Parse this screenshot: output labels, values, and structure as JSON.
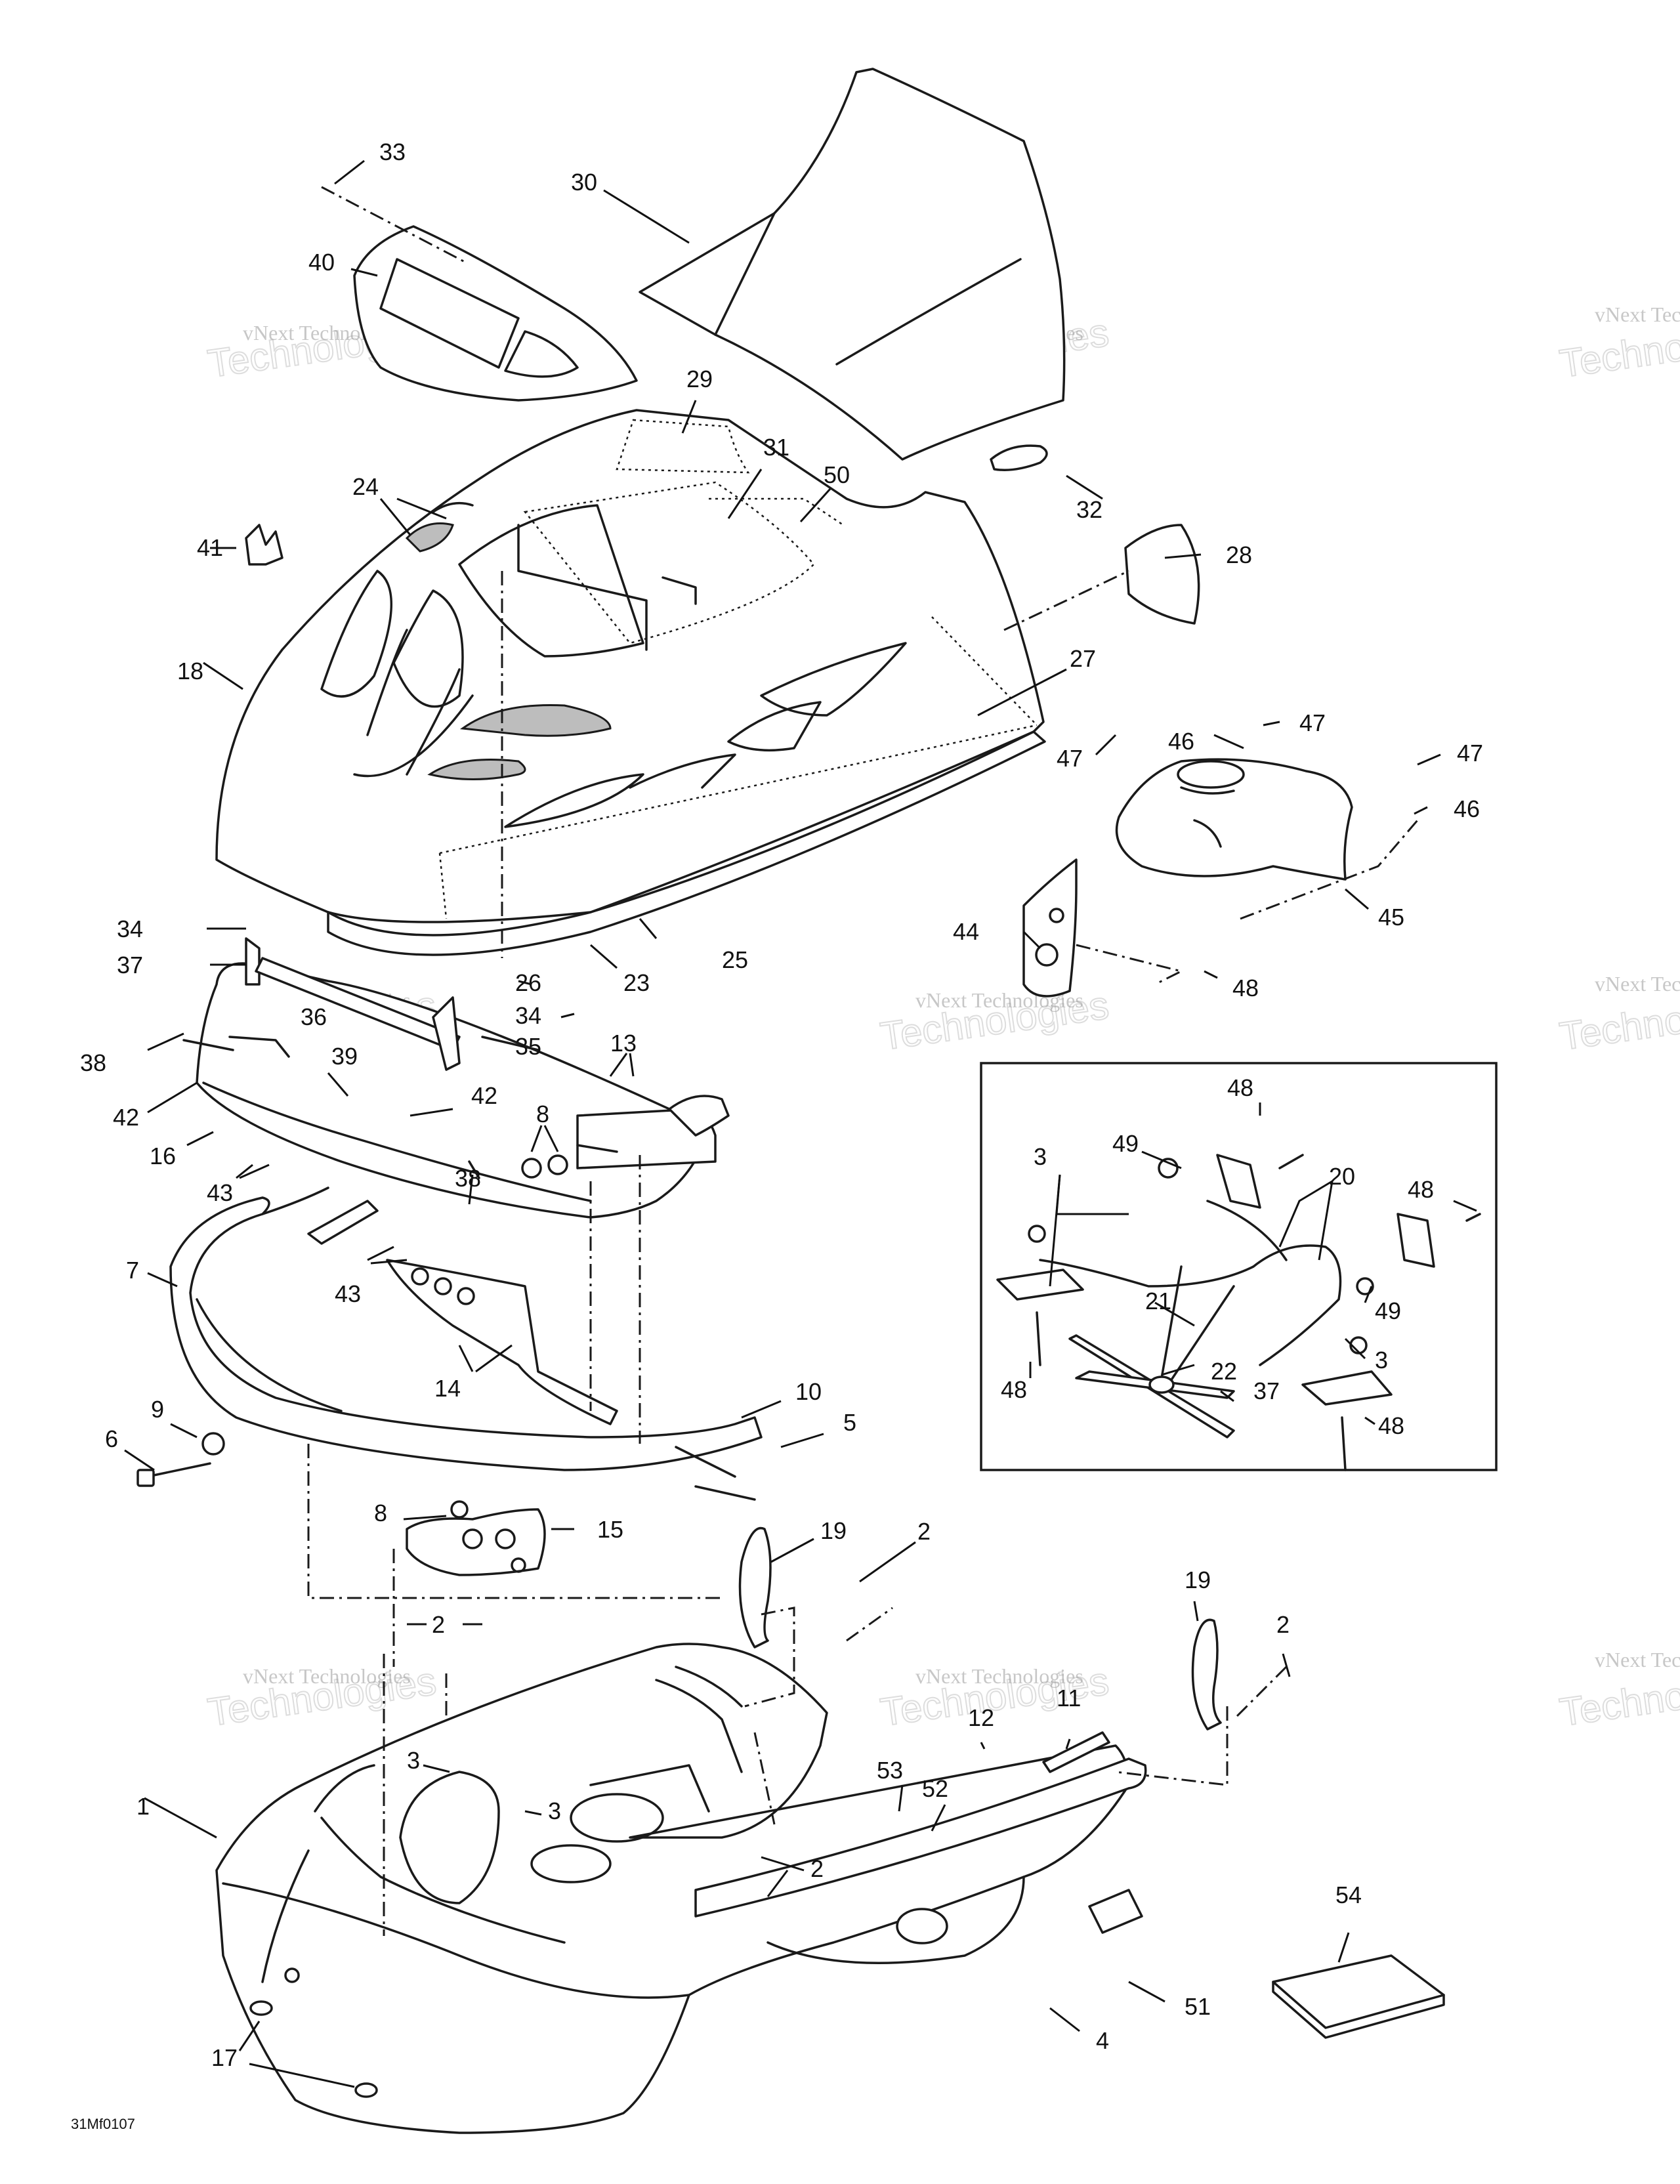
{
  "diagram_code": "31Mf0107",
  "watermark": {
    "line1": "vNext Technologies",
    "line2": "Technologies",
    "brand": "vNext"
  },
  "colors": {
    "line": "#1a1a1a",
    "background": "#ffffff",
    "shading": "#bdbdbd"
  },
  "callouts": [
    {
      "id": "c33",
      "text": "33"
    },
    {
      "id": "c30",
      "text": "30"
    },
    {
      "id": "c40",
      "text": "40"
    },
    {
      "id": "c29",
      "text": "29"
    },
    {
      "id": "c31",
      "text": "31"
    },
    {
      "id": "c50",
      "text": "50"
    },
    {
      "id": "c24",
      "text": "24"
    },
    {
      "id": "c32",
      "text": "32"
    },
    {
      "id": "c41",
      "text": "41"
    },
    {
      "id": "c28",
      "text": "28"
    },
    {
      "id": "c18",
      "text": "18"
    },
    {
      "id": "c27",
      "text": "27"
    },
    {
      "id": "c47a",
      "text": "47"
    },
    {
      "id": "c46a",
      "text": "46"
    },
    {
      "id": "c47b",
      "text": "47"
    },
    {
      "id": "c47c",
      "text": "47"
    },
    {
      "id": "c46b",
      "text": "46"
    },
    {
      "id": "c45",
      "text": "45"
    },
    {
      "id": "c34a",
      "text": "34"
    },
    {
      "id": "c37a",
      "text": "37"
    },
    {
      "id": "c26",
      "text": "26"
    },
    {
      "id": "c23",
      "text": "23"
    },
    {
      "id": "c25",
      "text": "25"
    },
    {
      "id": "c44",
      "text": "44"
    },
    {
      "id": "c48a",
      "text": "48"
    },
    {
      "id": "c36",
      "text": "36"
    },
    {
      "id": "c34b",
      "text": "34"
    },
    {
      "id": "c35",
      "text": "35"
    },
    {
      "id": "c38a",
      "text": "38"
    },
    {
      "id": "c39",
      "text": "39"
    },
    {
      "id": "c13",
      "text": "13"
    },
    {
      "id": "c42a",
      "text": "42"
    },
    {
      "id": "c42b",
      "text": "42"
    },
    {
      "id": "c8a",
      "text": "8"
    },
    {
      "id": "c16",
      "text": "16"
    },
    {
      "id": "c38b",
      "text": "38"
    },
    {
      "id": "c43a",
      "text": "43"
    },
    {
      "id": "c7",
      "text": "7"
    },
    {
      "id": "c43b",
      "text": "43"
    },
    {
      "id": "c14",
      "text": "14"
    },
    {
      "id": "c9",
      "text": "9"
    },
    {
      "id": "c10",
      "text": "10"
    },
    {
      "id": "c6",
      "text": "6"
    },
    {
      "id": "c5",
      "text": "5"
    },
    {
      "id": "c8b",
      "text": "8"
    },
    {
      "id": "c15",
      "text": "15"
    },
    {
      "id": "c19a",
      "text": "19"
    },
    {
      "id": "c2a",
      "text": "2"
    },
    {
      "id": "c2b",
      "text": "2"
    },
    {
      "id": "c19b",
      "text": "19"
    },
    {
      "id": "c2c",
      "text": "2"
    },
    {
      "id": "c11",
      "text": "11"
    },
    {
      "id": "c12",
      "text": "12"
    },
    {
      "id": "c3a",
      "text": "3"
    },
    {
      "id": "c53",
      "text": "53"
    },
    {
      "id": "c52",
      "text": "52"
    },
    {
      "id": "c1",
      "text": "1"
    },
    {
      "id": "c3b",
      "text": "3"
    },
    {
      "id": "c2d",
      "text": "2"
    },
    {
      "id": "c54",
      "text": "54"
    },
    {
      "id": "c51",
      "text": "51"
    },
    {
      "id": "c4",
      "text": "4"
    },
    {
      "id": "c17",
      "text": "17"
    },
    {
      "id": "i48a",
      "text": "48"
    },
    {
      "id": "i3a",
      "text": "3"
    },
    {
      "id": "i49a",
      "text": "49"
    },
    {
      "id": "i20",
      "text": "20"
    },
    {
      "id": "i48b",
      "text": "48"
    },
    {
      "id": "i49b",
      "text": "49"
    },
    {
      "id": "i21",
      "text": "21"
    },
    {
      "id": "i22",
      "text": "22"
    },
    {
      "id": "i3b",
      "text": "3"
    },
    {
      "id": "i48c",
      "text": "48"
    },
    {
      "id": "i37",
      "text": "37"
    },
    {
      "id": "i48d",
      "text": "48"
    }
  ]
}
